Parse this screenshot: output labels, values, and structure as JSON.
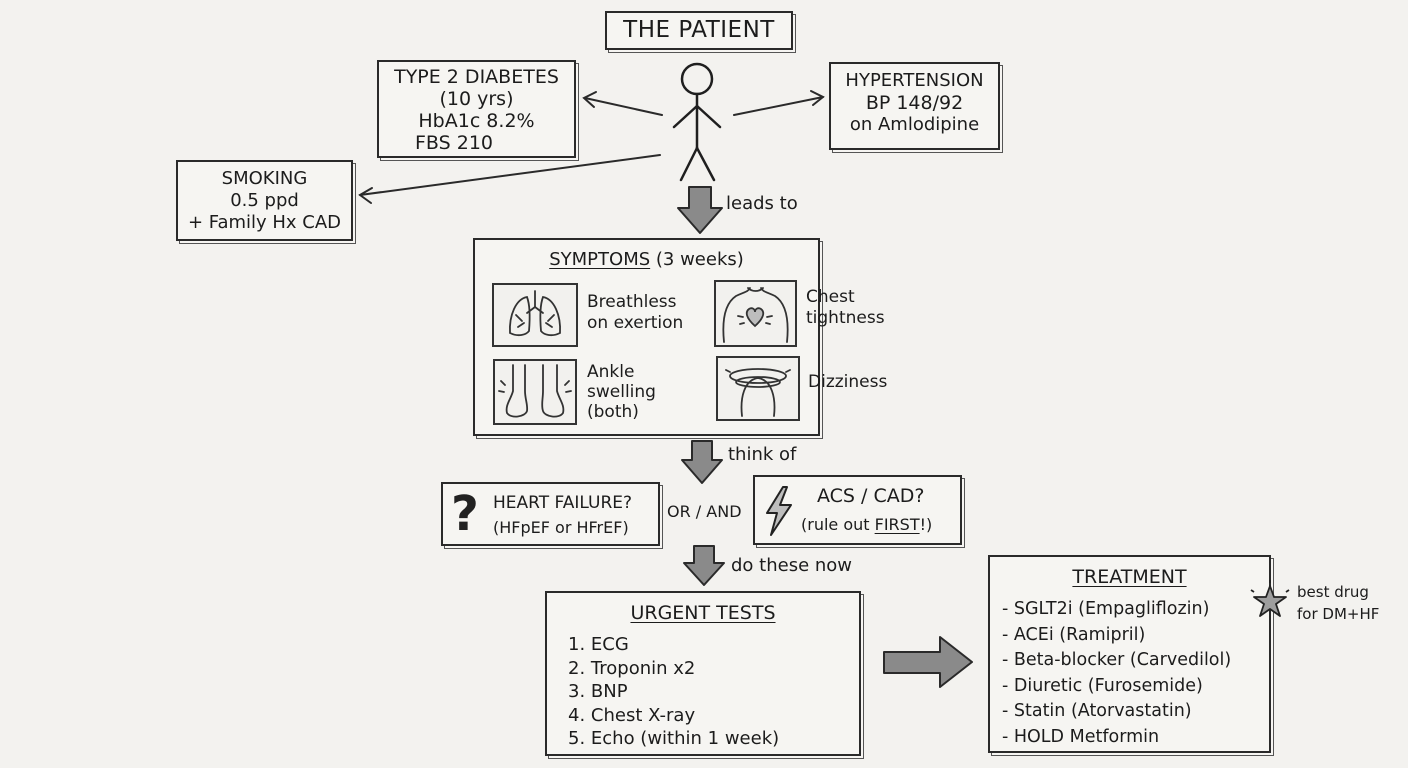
{
  "title": "THE PATIENT",
  "diabetes": {
    "lines": [
      "TYPE 2 DIABETES",
      "(10 yrs)",
      "HbA1c 8.2%",
      "FBS 210"
    ]
  },
  "hypertension": {
    "lines": [
      "HYPERTENSION",
      "BP 148/92",
      "on Amlodipine"
    ]
  },
  "smoking": {
    "lines": [
      "SMOKING",
      "0.5 ppd",
      "+ Family Hx CAD"
    ]
  },
  "labels": {
    "leads_to": "leads to",
    "think_of": "think of",
    "do_these": "do these now",
    "or_and": "OR / AND"
  },
  "symptoms": {
    "title": "SYMPTOMS",
    "duration": "(3 weeks)",
    "items": [
      {
        "icon": "lungs-icon",
        "lines": [
          "Breathless",
          "on exertion"
        ]
      },
      {
        "icon": "chest-heart-icon",
        "lines": [
          "Chest",
          "tightness"
        ]
      },
      {
        "icon": "swollen-feet-icon",
        "lines": [
          "Ankle",
          "swelling",
          "(both)"
        ]
      },
      {
        "icon": "dizzy-head-icon",
        "lines": [
          "Dizziness"
        ]
      }
    ]
  },
  "heart_failure": {
    "icon": "question-mark-icon",
    "lines": [
      "HEART FAILURE?",
      "(HFpEF or HFrEF)"
    ]
  },
  "acs": {
    "icon": "lightning-icon",
    "line1": "ACS / CAD?",
    "line2_pre": "(rule out ",
    "line2_emph": "FIRST",
    "line2_post": "!)"
  },
  "urgent_tests": {
    "title": "URGENT TESTS",
    "items": [
      "1. ECG",
      "2. Troponin x2",
      "3. BNP",
      "4. Chest X-ray",
      "5. Echo (within 1 week)"
    ]
  },
  "treatment": {
    "title": "TREATMENT",
    "items": [
      "- SGLT2i (Empagliflozin)",
      "- ACEi (Ramipril)",
      "- Beta-blocker (Carvedilol)",
      "- Diuretic (Furosemide)",
      "- Statin (Atorvastatin)",
      "- HOLD Metformin"
    ]
  },
  "best_drug_note": [
    "best drug",
    "for DM+HF"
  ]
}
